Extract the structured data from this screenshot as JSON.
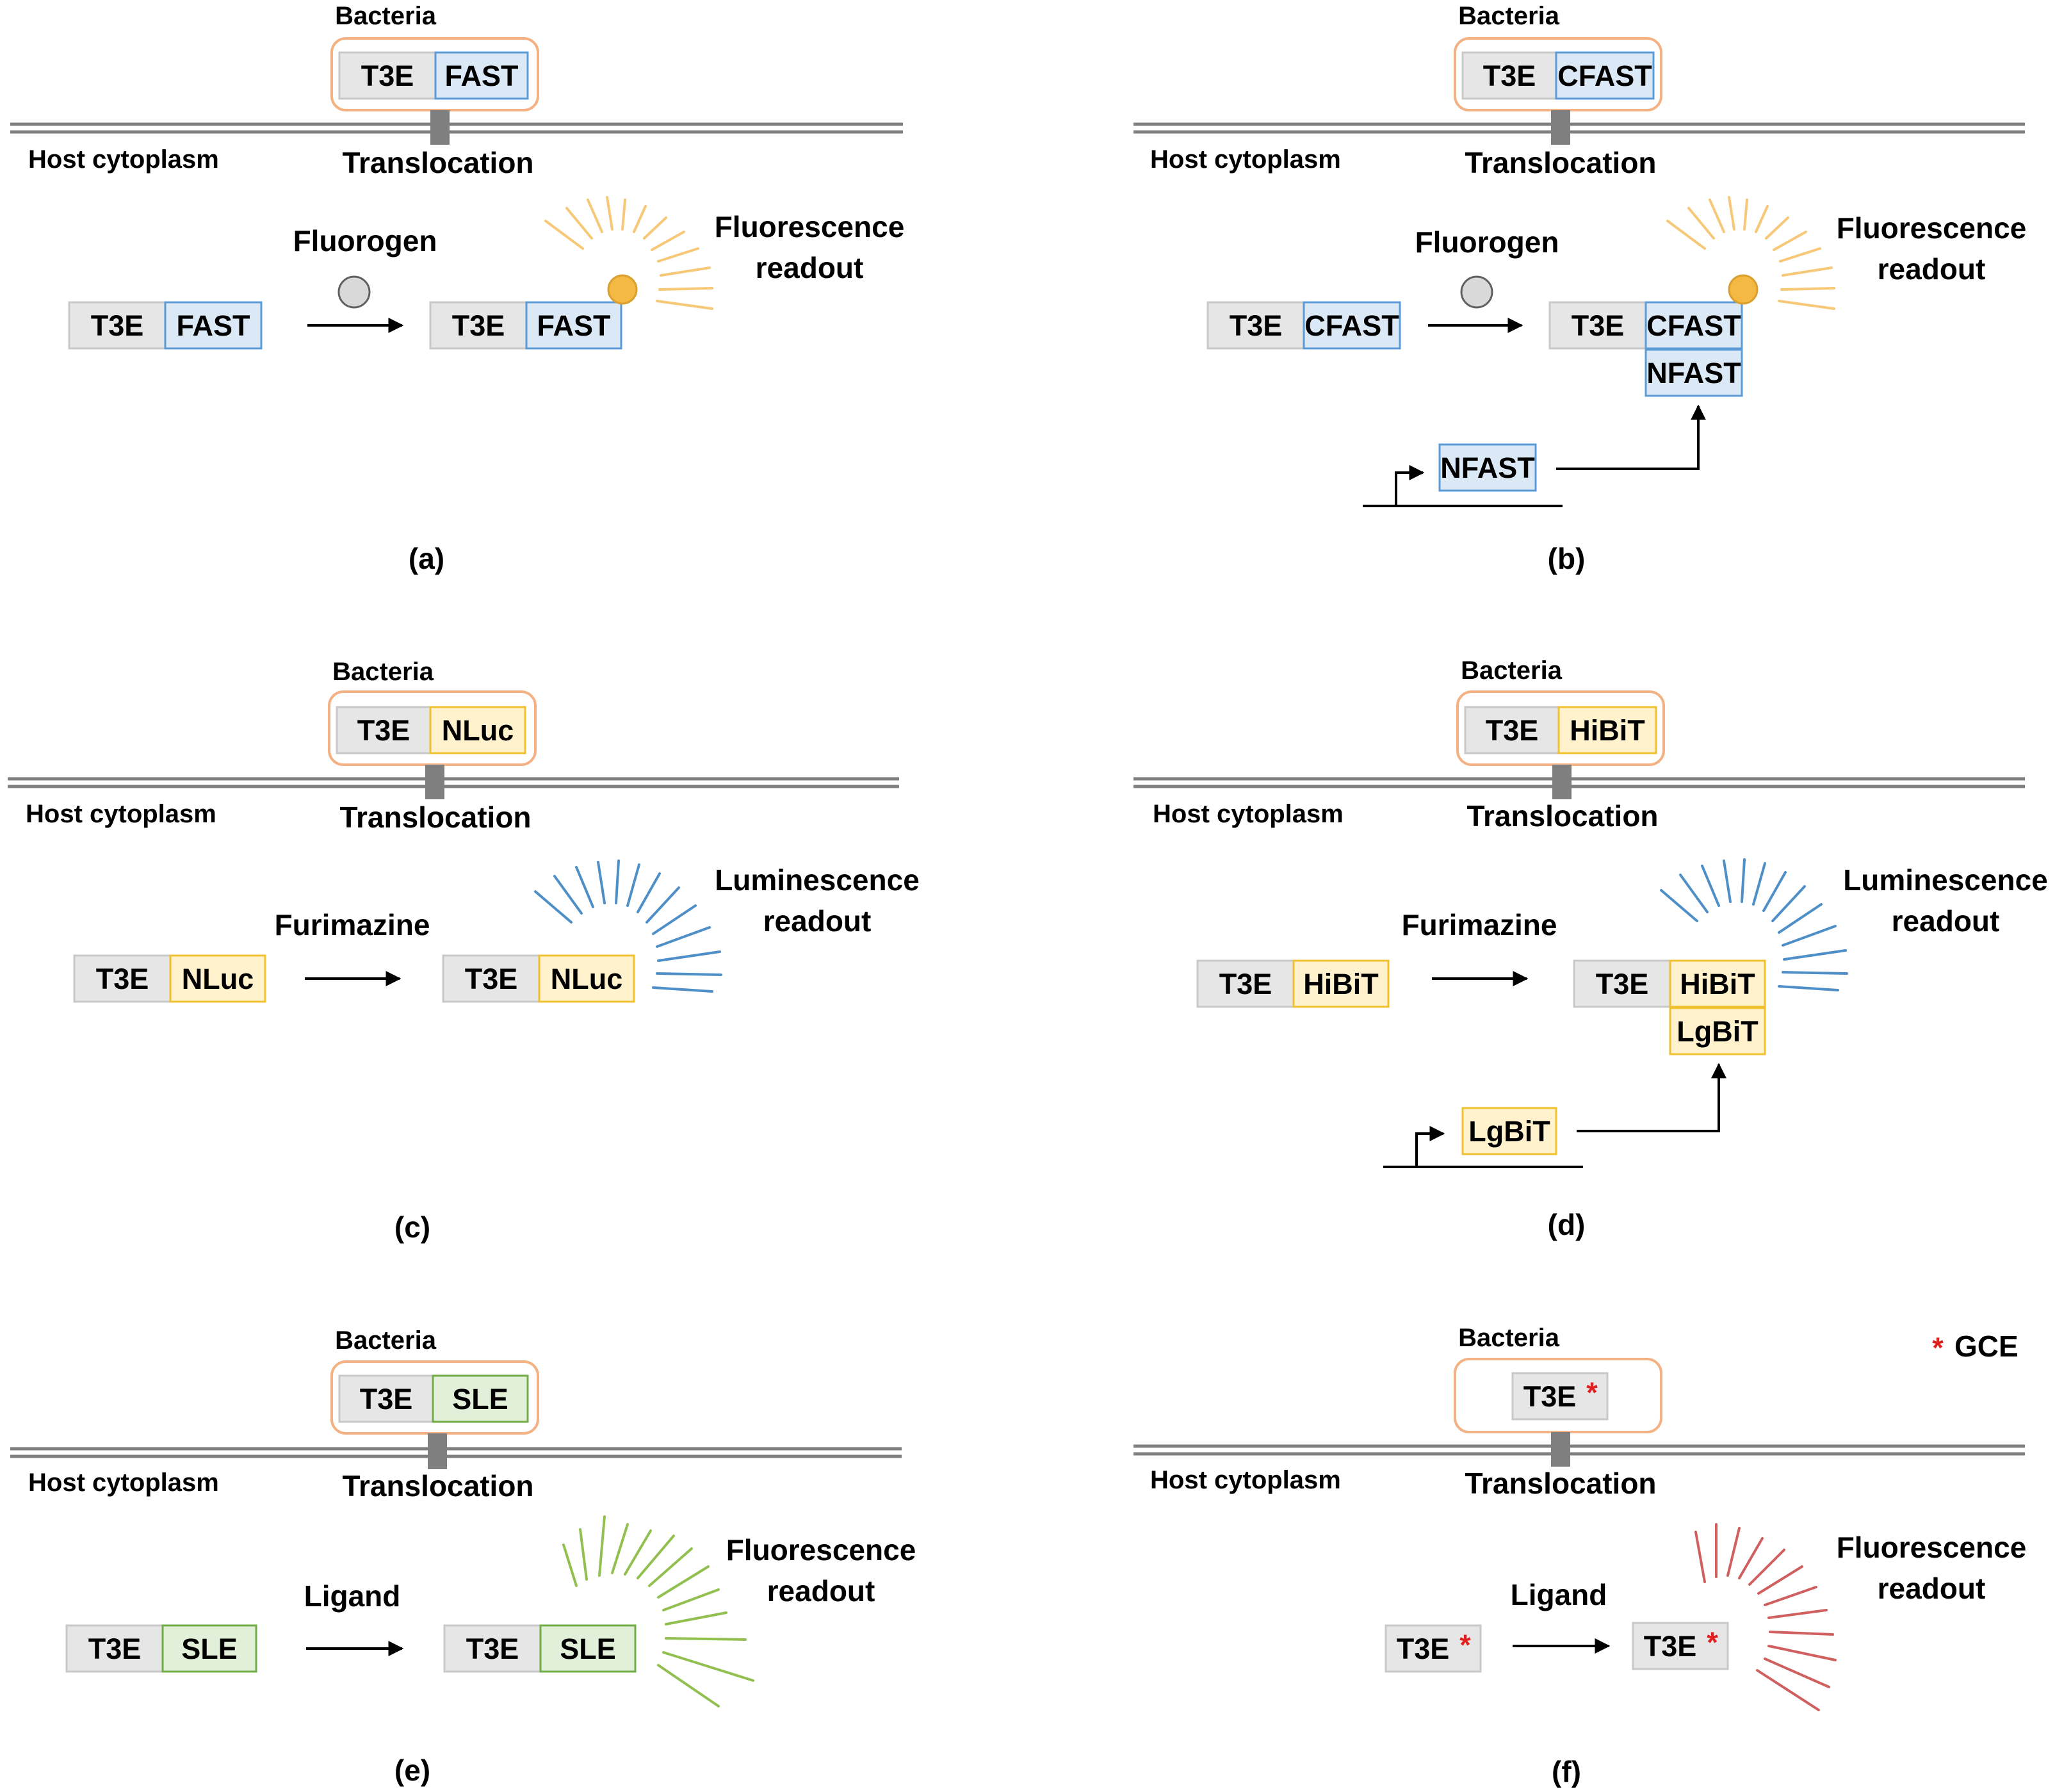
{
  "colors": {
    "t3e_fill": "#e6e6e6",
    "t3e_stroke": "#c8c8c8",
    "fast_fill": "#dbe8f6",
    "fast_stroke": "#5b9bd5",
    "nluc_fill": "#fff2cc",
    "nluc_stroke": "#f0c030",
    "sle_fill": "#e2efd9",
    "sle_stroke": "#70ad47",
    "bacteria_outline": "#f4b183",
    "membrane": "#7f7f7f",
    "fluorogen_gray": "#d9d9d9",
    "fluorogen_orange": "#f4b942",
    "rays_orange": "#f6c878",
    "rays_blue": "#4f8fc8",
    "rays_green": "#92c050",
    "rays_red": "#d06060",
    "gce_star": "#e02020"
  },
  "labels": {
    "bacteria": "Bacteria",
    "host_cytoplasm": "Host cytoplasm",
    "translocation": "Translocation",
    "t3e": "T3E",
    "fast": "FAST",
    "cfast": "CFAST",
    "nfast": "NFAST",
    "nluc": "NLuc",
    "hibit": "HiBiT",
    "lgbit": "LgBiT",
    "sle": "SLE",
    "fluorogen": "Fluorogen",
    "furimazine": "Furimazine",
    "ligand": "Ligand",
    "fluorescence": "Fluorescence",
    "luminescence": "Luminescence",
    "readout": "readout",
    "star": "*",
    "gce": "GCE"
  },
  "panels": {
    "a": "(a)",
    "b": "(b)",
    "c": "(c)",
    "d": "(d)",
    "e": "(e)",
    "f": "(f)"
  }
}
